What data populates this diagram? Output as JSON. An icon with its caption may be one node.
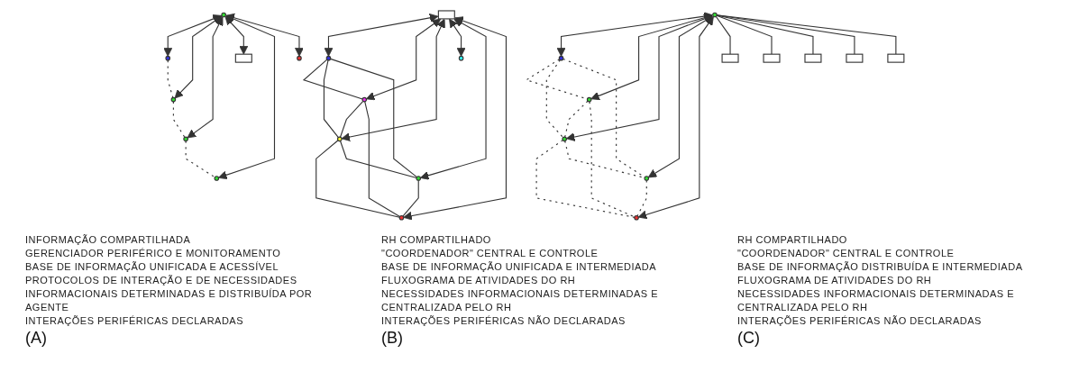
{
  "diagram": {
    "nodes": [
      {
        "text": [],
        "shape": "circle"
      },
      {
        "text": [],
        "shape": "circle"
      },
      {
        "text": [],
        "shape": "circle"
      },
      {
        "text": [],
        "shape": "box"
      },
      {
        "text": [],
        "shape": "circle"
      },
      {
        "text": [],
        "shape": "circle"
      },
      {
        "text": [],
        "shape": "circle"
      },
      {
        "text": [],
        "shape": "circle"
      },
      {
        "text": [],
        "shape": "circle"
      },
      {
        "text": [],
        "shape": "circle"
      },
      {
        "text": [],
        "shape": "circle"
      },
      {
        "text": [],
        "shape": "box"
      },
      {
        "text": [],
        "shape": "circle"
      },
      {
        "text": [],
        "shape": "circle"
      },
      {
        "text": [],
        "shape": "circle"
      },
      {
        "text": [],
        "shape": "circle"
      },
      {
        "text": [],
        "shape": "circle"
      },
      {
        "text": [],
        "shape": "circle"
      },
      {
        "text": [],
        "shape": "box"
      },
      {
        "text": [],
        "shape": "box"
      },
      {
        "text": [],
        "shape": "box"
      },
      {
        "text": [],
        "shape": "box"
      },
      {
        "text": [],
        "shape": "box"
      },
      {
        "text": [],
        "shape": "circle"
      },
      {
        "text": [],
        "shape": "circle"
      }
    ],
    "edges": [
      {
        "from": 3,
        "to": 0,
        "arrow": "both"
      },
      {
        "from": 3,
        "to": 1,
        "arrow": "both"
      },
      {
        "from": 3,
        "to": 2,
        "arrow": "both"
      },
      {
        "from": 3,
        "to": 4,
        "arrow": "both"
      },
      {
        "from": 3,
        "to": 5,
        "arrow": "both"
      },
      {
        "from": 3,
        "to": 6,
        "arrow": "both"
      },
      {
        "from": 0,
        "to": 1,
        "arrow": "none"
      },
      {
        "from": 0,
        "to": 2,
        "arrow": "none"
      },
      {
        "from": 0,
        "to": 5,
        "arrow": "none"
      },
      {
        "from": 1,
        "to": 2,
        "arrow": "none"
      },
      {
        "from": 1,
        "to": 6,
        "arrow": "none"
      },
      {
        "from": 2,
        "to": 6,
        "arrow": "none"
      },
      {
        "from": 2,
        "to": 5,
        "arrow": "none"
      },
      {
        "from": 5,
        "to": 6,
        "arrow": "none"
      },
      {
        "from": 10,
        "to": 7,
        "arrow": "both"
      },
      {
        "from": 10,
        "to": 8,
        "arrow": "both"
      },
      {
        "from": 10,
        "to": 9,
        "arrow": "both"
      },
      {
        "from": 10,
        "to": 11,
        "arrow": "both"
      },
      {
        "from": 10,
        "to": 12,
        "arrow": "both"
      },
      {
        "from": 10,
        "to": 13,
        "arrow": "both"
      },
      {
        "from": 7,
        "to": 8,
        "arrow": "none",
        "style": "dashed"
      },
      {
        "from": 8,
        "to": 9,
        "arrow": "none",
        "style": "dashed"
      },
      {
        "from": 9,
        "to": 12,
        "arrow": "none",
        "style": "dashed"
      },
      {
        "from": 17,
        "to": 14,
        "arrow": "both"
      },
      {
        "from": 17,
        "to": 15,
        "arrow": "both"
      },
      {
        "from": 17,
        "to": 16,
        "arrow": "both"
      },
      {
        "from": 17,
        "to": 24,
        "arrow": "both"
      },
      {
        "from": 17,
        "to": 23,
        "arrow": "both"
      },
      {
        "from": 17,
        "to": 18,
        "arrow": "none"
      },
      {
        "from": 17,
        "to": 19,
        "arrow": "none"
      },
      {
        "from": 17,
        "to": 20,
        "arrow": "none"
      },
      {
        "from": 17,
        "to": 21,
        "arrow": "none"
      },
      {
        "from": 17,
        "to": 22,
        "arrow": "none"
      },
      {
        "from": 14,
        "to": 15,
        "arrow": "none",
        "style": "dashed"
      },
      {
        "from": 14,
        "to": 16,
        "arrow": "none",
        "style": "dashed"
      },
      {
        "from": 14,
        "to": 24,
        "arrow": "none",
        "style": "dashed"
      },
      {
        "from": 15,
        "to": 16,
        "arrow": "none",
        "style": "dashed"
      },
      {
        "from": 15,
        "to": 23,
        "arrow": "none",
        "style": "dashed"
      },
      {
        "from": 16,
        "to": 23,
        "arrow": "none",
        "style": "dashed"
      },
      {
        "from": 16,
        "to": 24,
        "arrow": "none",
        "style": "dashed"
      },
      {
        "from": 24,
        "to": 23,
        "arrow": "none",
        "style": "dashed"
      }
    ],
    "labels": [
      "INFORMAÇÃO COMPARTILHADA",
      "GERENCIADOR PERIFÉRICO E MONITORAMENTO",
      "BASE DE INFORMAÇÃO UNIFICADA E ACESSÍVEL",
      "PROTOCOLOS DE INTERAÇÃO E DE NECESSIDADES INFORMACIONAIS DETERMINADAS E DISTRIBUÍDA POR AGENTE",
      "INTERAÇÕES PERIFÉRICAS DECLARADAS",
      "(A)",
      "RH COMPARTILHADO",
      "\"COORDENADOR\" CENTRAL E CONTROLE",
      "BASE DE INFORMAÇÃO UNIFICADA E INTERMEDIADA",
      "FLUXOGRAMA DE ATIVIDADES DO RH",
      "NECESSIDADES INFORMACIONAIS DETERMINADAS E CENTRALIZADA PELO RH",
      "INTERAÇÕES PERIFÉRICAS NÃO DECLARADAS",
      "(B)",
      "RH COMPARTILHADO",
      "\"COORDENADOR\" CENTRAL E CONTROLE",
      "BASE DE INFORMAÇÃO DISTRIBUÍDA E INTERMEDIADA",
      "FLUXOGRAMA DE ATIVIDADES DO RH",
      "NECESSIDADES INFORMACIONAIS DETERMINADAS E CENTRALIZADA PELO RH",
      "INTERAÇÕES PERIFÉRICAS NÃO DECLARADAS",
      "(C)"
    ]
  }
}
